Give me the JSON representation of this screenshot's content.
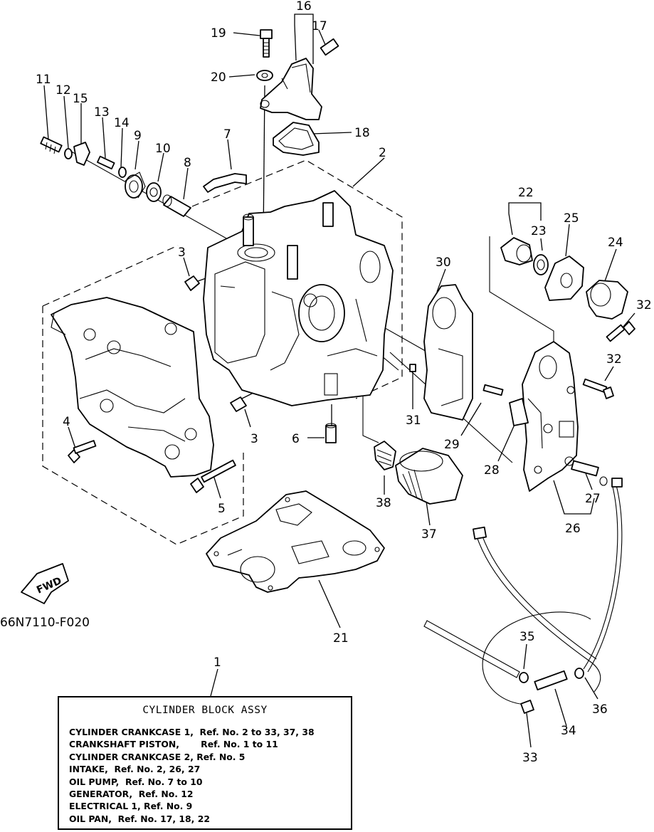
{
  "diagram": {
    "code": "66N7110-F020",
    "fwd_label": "FWD",
    "callouts": [
      "1",
      "2",
      "3",
      "3",
      "4",
      "5",
      "6",
      "7",
      "8",
      "9",
      "10",
      "11",
      "12",
      "13",
      "14",
      "15",
      "16",
      "17",
      "18",
      "19",
      "20",
      "21",
      "22",
      "23",
      "24",
      "25",
      "26",
      "27",
      "28",
      "29",
      "30",
      "31",
      "32",
      "32",
      "33",
      "34",
      "35",
      "36",
      "37",
      "38"
    ]
  },
  "legend": {
    "title": "CYLINDER BLOCK ASSY",
    "lines": [
      "CYLINDER CRANKCASE 1,  Ref. No. 2 to 33, 37, 38",
      "CRANKSHAFT PISTON,       Ref. No. 1 to 11",
      "CYLINDER CRANKCASE 2, Ref. No. 5",
      "INTAKE,  Ref. No. 2, 26, 27",
      "OIL PUMP,  Ref. No. 7 to 10",
      "GENERATOR,  Ref. No. 12",
      "ELECTRICAL 1, Ref. No. 9",
      "OIL PAN,  Ref. No. 17, 18, 22"
    ]
  }
}
